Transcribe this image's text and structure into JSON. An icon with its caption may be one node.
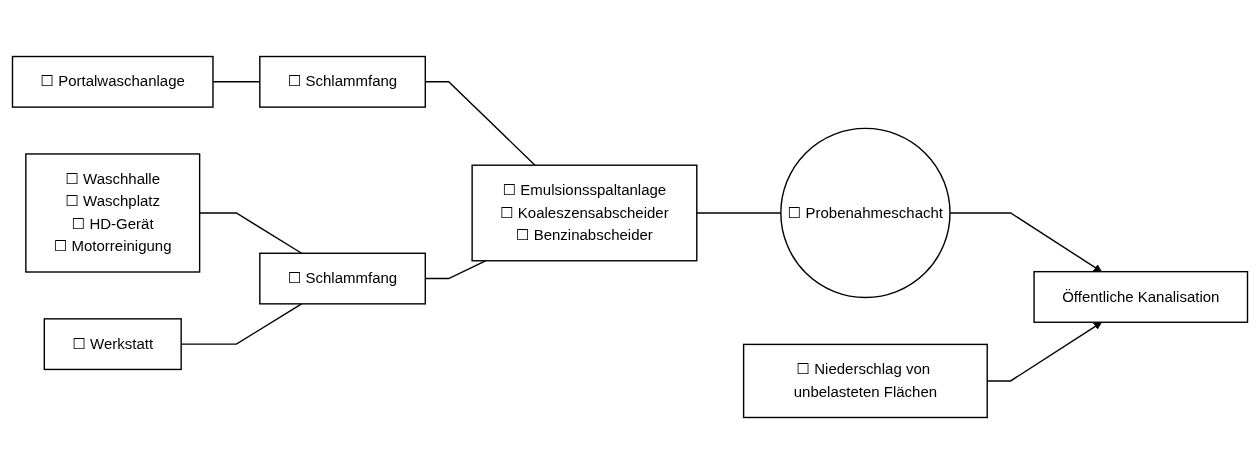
{
  "diagram": {
    "nodes": [
      {
        "text": [
          "☐ Portalwaschanlage"
        ]
      },
      {
        "text": [
          "☐ Schlammfang"
        ]
      },
      {
        "text": [
          "☐ Waschhalle",
          "☐ Waschplatz",
          "☐ HD-Gerät",
          "☐ Motorreinigung"
        ]
      },
      {
        "text": [
          "☐ Schlammfang"
        ]
      },
      {
        "text": [
          "☐ Werkstatt"
        ]
      },
      {
        "text": [
          "☐ Emulsionsspaltanlage",
          "☐ Koaleszensabscheider",
          "☐ Benzinabscheider"
        ]
      },
      {
        "text": [
          "☐ Probenahmeschacht"
        ]
      },
      {
        "text": [
          "Öffentliche Kanalisation"
        ]
      },
      {
        "text": [
          "☐ Niederschlag von unbelasteten Flächen"
        ]
      }
    ],
    "edges": [
      {
        "from": 0,
        "to": 1,
        "arrow": "none"
      },
      {
        "from": 2,
        "to": 3,
        "arrow": "none"
      },
      {
        "from": 4,
        "to": 3,
        "arrow": "none"
      },
      {
        "from": 1,
        "to": 5,
        "arrow": "none"
      },
      {
        "from": 3,
        "to": 5,
        "arrow": "none"
      },
      {
        "from": 5,
        "to": 6,
        "arrow": "none"
      },
      {
        "from": 6,
        "to": 7,
        "arrow": "to"
      },
      {
        "from": 8,
        "to": 7,
        "arrow": "to"
      }
    ]
  }
}
